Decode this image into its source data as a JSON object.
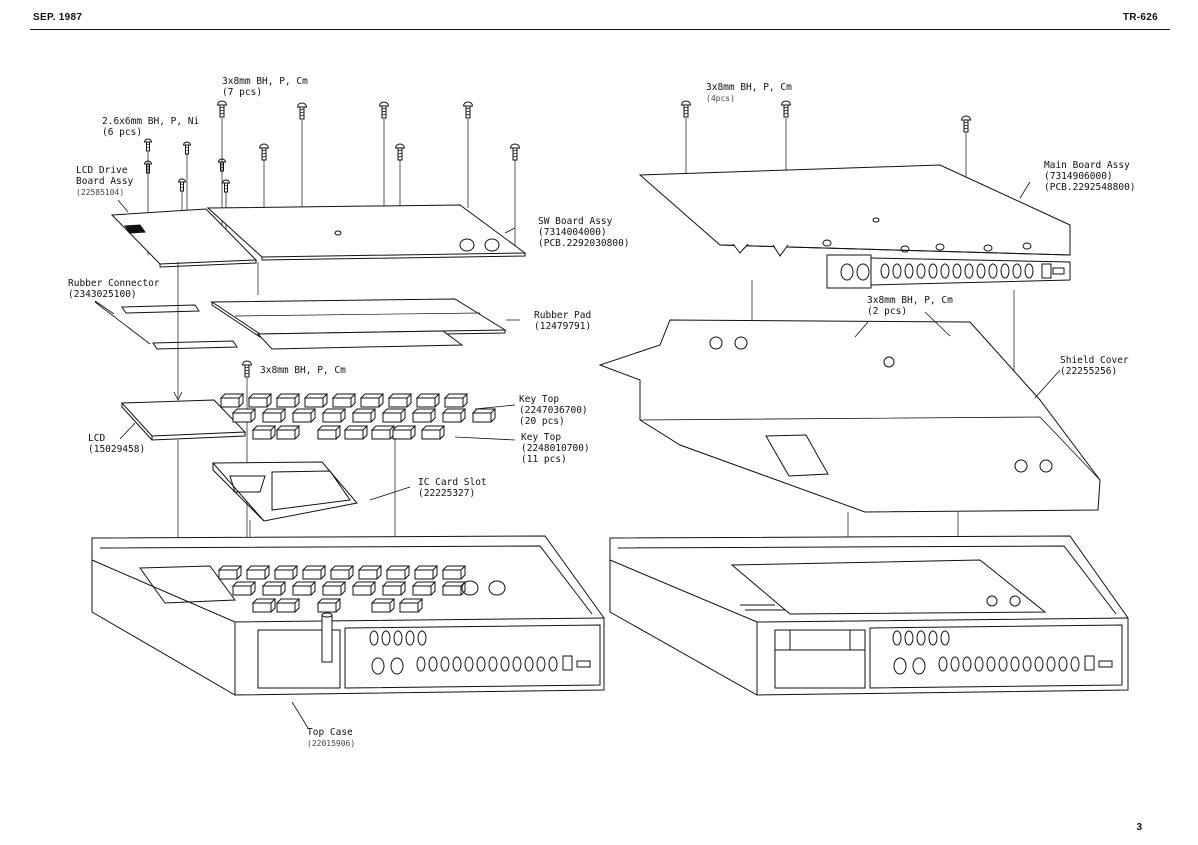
{
  "header": {
    "date": "SEP. 1987",
    "model": "TR-626"
  },
  "page_number": "3",
  "left_labels": {
    "screws_top": {
      "l1": "3x8mm BH, P, Cm",
      "l2": "(7 pcs)"
    },
    "screws_small": {
      "l1": "2.6x6mm BH, P, Ni",
      "l2": "(6 pcs)"
    },
    "lcd_drive": {
      "l1": "LCD Drive",
      "l2": "Board Assy",
      "l3": "(22585104)"
    },
    "sw_board": {
      "l1": "SW Board Assy",
      "l2": "(7314004000)",
      "l3": "(PCB.2292030800)"
    },
    "rubber_conn": {
      "l1": "Rubber Connector",
      "l2": "(2343025100)"
    },
    "rubber_pad": {
      "l1": "Rubber Pad",
      "l2": "(12479791)"
    },
    "screw_mid": {
      "l1": "3x8mm BH, P, Cm"
    },
    "key_top_1": {
      "l1": "Key Top",
      "l2": "(2247036700)",
      "l3": "(20 pcs)"
    },
    "key_top_2": {
      "l1": "Key Top",
      "l2": "(2248010700)",
      "l3": "(11 pcs)"
    },
    "lcd": {
      "l1": "LCD",
      "l2": "(15029458)"
    },
    "ic_slot": {
      "l1": "IC Card Slot",
      "l2": "(22225327)"
    },
    "top_case": {
      "l1": "Top Case",
      "l2": "(22015906)"
    }
  },
  "right_labels": {
    "screws_top": {
      "l1": "3x8mm BH, P, Cm",
      "l2": "(4pcs)"
    },
    "main_board": {
      "l1": "Main Board Assy",
      "l2": "(7314906000)",
      "l3": "(PCB.2292548800)"
    },
    "screws_mid": {
      "l1": "3x8mm BH, P, Cm",
      "l2": "(2 pcs)"
    },
    "shield": {
      "l1": "Shield Cover",
      "l2": "(22255256)"
    }
  }
}
